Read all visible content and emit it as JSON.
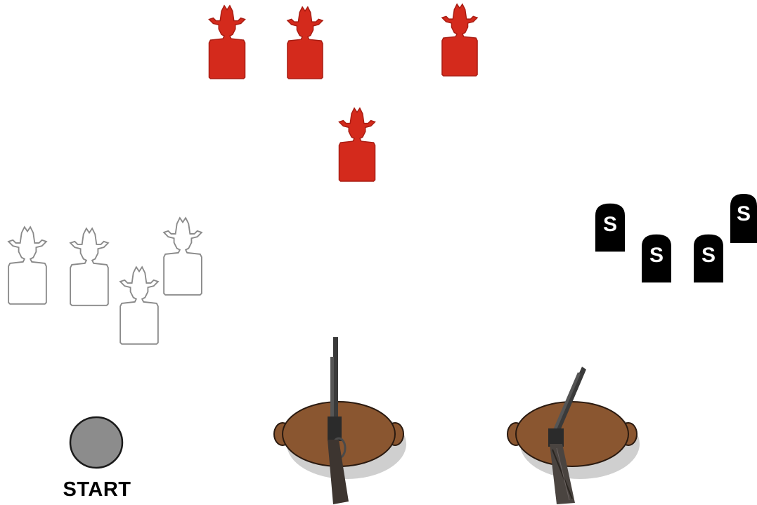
{
  "colors": {
    "background": "#ffffff",
    "active_target": "#d42a1c",
    "active_target_edge": "#a81c12",
    "spent_target_fill": "#ffffff",
    "spent_target_outline": "#8a8a8a",
    "plate": "#000000",
    "plate_letter": "#ffffff",
    "start_button": "#8c8c8c",
    "barrel": "#8a5630",
    "barrel_outline": "#2a1a10",
    "rifle": "#3a3a3a"
  },
  "icons": {
    "active_target": "cowboy-silhouette-target",
    "spent_target": "cowboy-outline-target",
    "plate": "tombstone-plate",
    "barrel": "barrel-top",
    "rifle": "lever-action-rifle",
    "shotgun": "shotgun"
  },
  "stages": {
    "active_targets": [
      {
        "id": "red-target-1"
      },
      {
        "id": "red-target-2"
      },
      {
        "id": "red-target-3"
      },
      {
        "id": "red-target-4"
      }
    ],
    "spent_targets": [
      {
        "id": "white-target-1"
      },
      {
        "id": "white-target-2"
      },
      {
        "id": "white-target-3"
      },
      {
        "id": "white-target-4"
      }
    ],
    "plates": [
      {
        "label": "S"
      },
      {
        "label": "S"
      },
      {
        "label": "S"
      },
      {
        "label": "S"
      }
    ]
  },
  "controls": {
    "start_label": "START"
  }
}
